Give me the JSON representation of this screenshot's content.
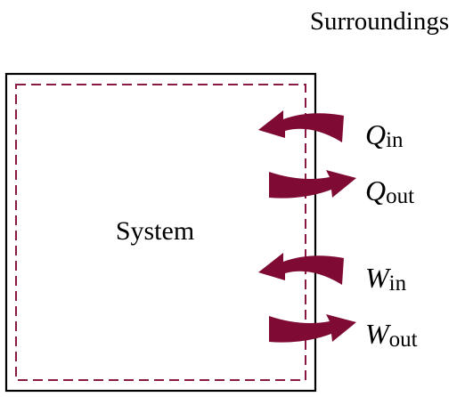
{
  "surroundings_label": "Surroundings",
  "system_label": "System",
  "flows": [
    {
      "symbol": "Q",
      "subscript": "in",
      "direction": "in"
    },
    {
      "symbol": "Q",
      "subscript": "out",
      "direction": "out"
    },
    {
      "symbol": "W",
      "subscript": "in",
      "direction": "in"
    },
    {
      "symbol": "W",
      "subscript": "out",
      "direction": "out"
    }
  ],
  "colors": {
    "arrow": "#7f0a34",
    "boundary_dashed": "#8a1a44",
    "box_outline": "#000000",
    "background": "#ffffff"
  }
}
